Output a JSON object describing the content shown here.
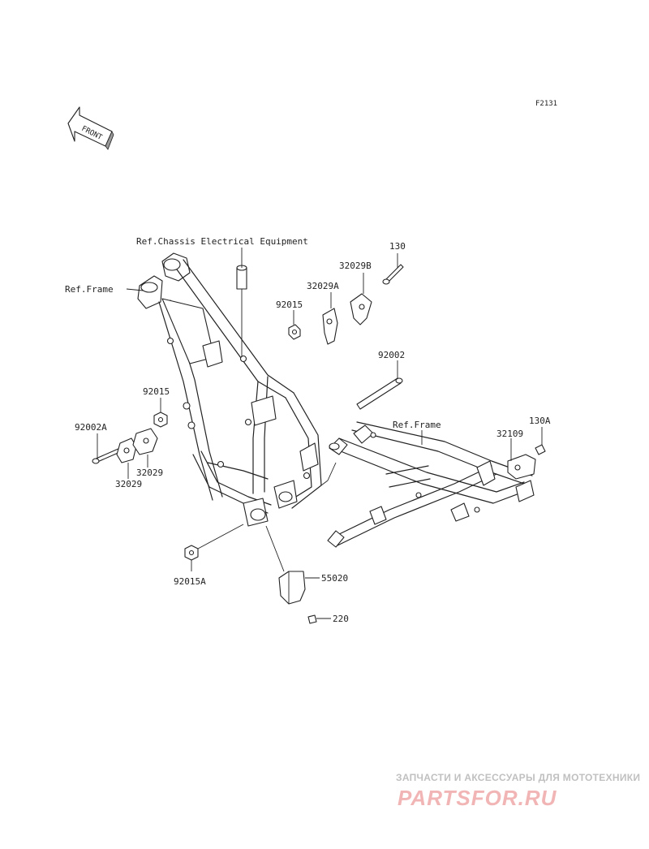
{
  "figure_code": "F2131",
  "front_arrow": {
    "label": "FRONT"
  },
  "callouts": {
    "ref_chassis": "Ref.Chassis Electrical Equipment",
    "ref_frame_left": "Ref.Frame",
    "ref_frame_right": "Ref.Frame",
    "p130": "130",
    "p32029b": "32029B",
    "p32029a": "32029A",
    "p92015_top": "92015",
    "p92002": "92002",
    "p92015_mid": "92015",
    "p92002a": "92002A",
    "p32029_right": "32029",
    "p32029_left": "32029",
    "p130a": "130A",
    "p32109": "32109",
    "p92015a": "92015A",
    "p55020": "55020",
    "p220": "220"
  },
  "watermark": {
    "tagline": "ЗАПЧАСТИ И АКСЕССУАРЫ ДЛЯ МОТОТЕХНИКИ",
    "brand": "PARTSFOR.RU"
  }
}
